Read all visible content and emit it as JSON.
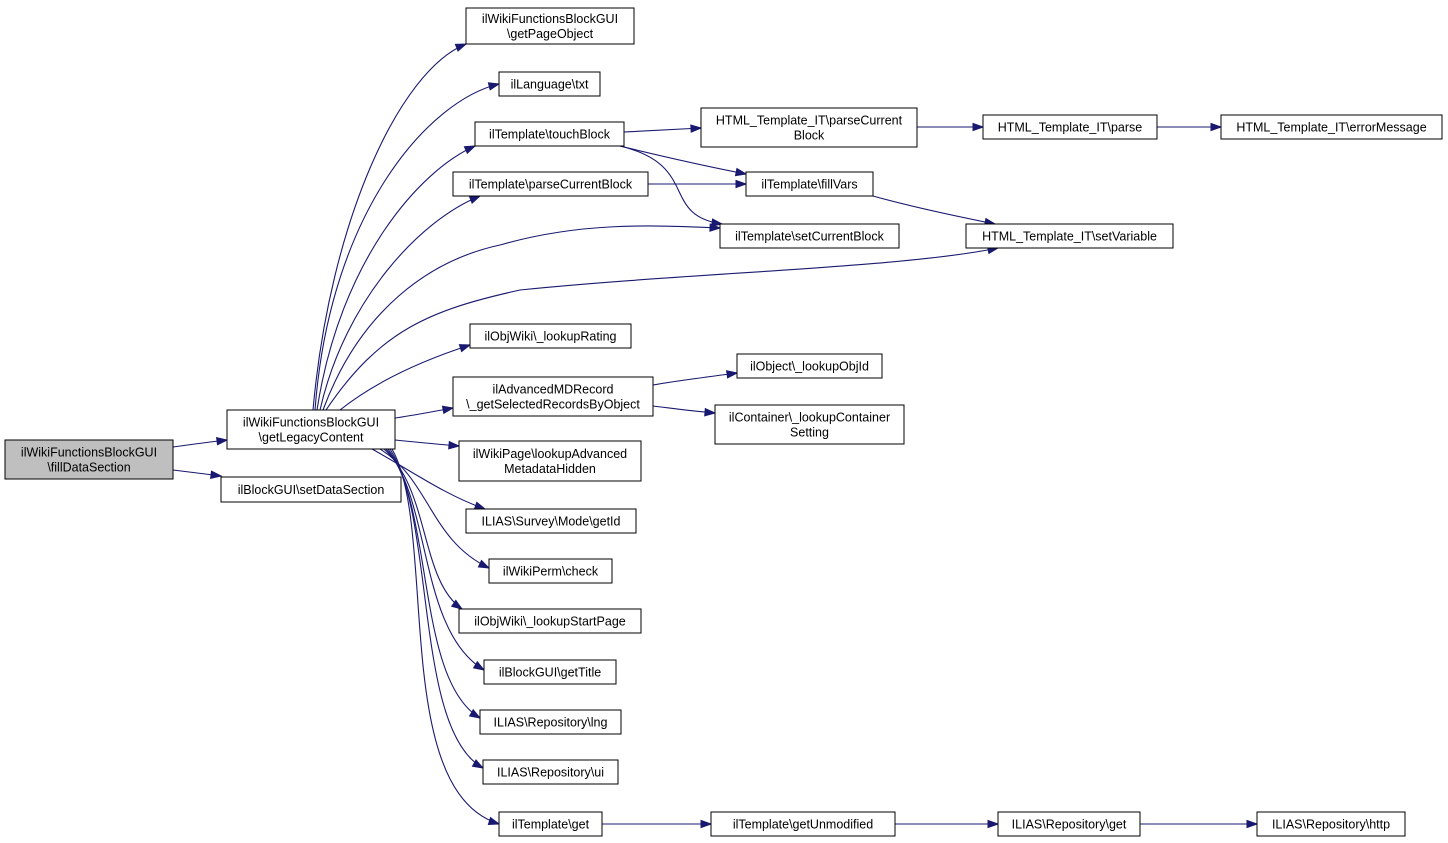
{
  "nodes": [
    {
      "id": "root",
      "lines": [
        "ilWikiFunctionsBlockGUI",
        "\\fillDataSection"
      ],
      "root": true
    },
    {
      "id": "getLegacy",
      "lines": [
        "ilWikiFunctionsBlockGUI",
        "\\getLegacyContent"
      ]
    },
    {
      "id": "setDataSection",
      "lines": [
        "ilBlockGUI\\setDataSection"
      ]
    },
    {
      "id": "getPageObject",
      "lines": [
        "ilWikiFunctionsBlockGUI",
        "\\getPageObject"
      ]
    },
    {
      "id": "txt",
      "lines": [
        "ilLanguage\\txt"
      ]
    },
    {
      "id": "touchBlock",
      "lines": [
        "ilTemplate\\touchBlock"
      ]
    },
    {
      "id": "parseCurrentBlock",
      "lines": [
        "ilTemplate\\parseCurrentBlock"
      ]
    },
    {
      "id": "htParseCurrent",
      "lines": [
        "HTML_Template_IT\\parseCurrent",
        "Block"
      ]
    },
    {
      "id": "htParse",
      "lines": [
        "HTML_Template_IT\\parse"
      ]
    },
    {
      "id": "htError",
      "lines": [
        "HTML_Template_IT\\errorMessage"
      ]
    },
    {
      "id": "fillVars",
      "lines": [
        "ilTemplate\\fillVars"
      ]
    },
    {
      "id": "setCurrentBlock",
      "lines": [
        "ilTemplate\\setCurrentBlock"
      ]
    },
    {
      "id": "htSetVariable",
      "lines": [
        "HTML_Template_IT\\setVariable"
      ]
    },
    {
      "id": "lookupRating",
      "lines": [
        "ilObjWiki\\_lookupRating"
      ]
    },
    {
      "id": "advMD",
      "lines": [
        "ilAdvancedMDRecord",
        "\\_getSelectedRecordsByObject"
      ]
    },
    {
      "id": "lookupObjId",
      "lines": [
        "ilObject\\_lookupObjId"
      ]
    },
    {
      "id": "lookupContainer",
      "lines": [
        "ilContainer\\_lookupContainer",
        "Setting"
      ]
    },
    {
      "id": "lookupAdvHidden",
      "lines": [
        "ilWikiPage\\lookupAdvanced",
        "MetadataHidden"
      ]
    },
    {
      "id": "surveyGetId",
      "lines": [
        "ILIAS\\Survey\\Mode\\getId"
      ]
    },
    {
      "id": "permCheck",
      "lines": [
        "ilWikiPerm\\check"
      ]
    },
    {
      "id": "lookupStart",
      "lines": [
        "ilObjWiki\\_lookupStartPage"
      ]
    },
    {
      "id": "getTitle",
      "lines": [
        "ilBlockGUI\\getTitle"
      ]
    },
    {
      "id": "repoLng",
      "lines": [
        "ILIAS\\Repository\\lng"
      ]
    },
    {
      "id": "repoUi",
      "lines": [
        "ILIAS\\Repository\\ui"
      ]
    },
    {
      "id": "tplGet",
      "lines": [
        "ilTemplate\\get"
      ]
    },
    {
      "id": "getUnmodified",
      "lines": [
        "ilTemplate\\getUnmodified"
      ]
    },
    {
      "id": "repoGet",
      "lines": [
        "ILIAS\\Repository\\get"
      ]
    },
    {
      "id": "repoHttp",
      "lines": [
        "ILIAS\\Repository\\http"
      ]
    }
  ],
  "edges": [
    [
      "root",
      "getLegacy"
    ],
    [
      "root",
      "setDataSection"
    ],
    [
      "getLegacy",
      "getPageObject"
    ],
    [
      "getLegacy",
      "txt"
    ],
    [
      "getLegacy",
      "touchBlock"
    ],
    [
      "getLegacy",
      "parseCurrentBlock"
    ],
    [
      "getLegacy",
      "setCurrentBlock"
    ],
    [
      "getLegacy",
      "htSetVariable"
    ],
    [
      "getLegacy",
      "lookupRating"
    ],
    [
      "getLegacy",
      "advMD"
    ],
    [
      "getLegacy",
      "lookupAdvHidden"
    ],
    [
      "getLegacy",
      "surveyGetId"
    ],
    [
      "getLegacy",
      "permCheck"
    ],
    [
      "getLegacy",
      "lookupStart"
    ],
    [
      "getLegacy",
      "getTitle"
    ],
    [
      "getLegacy",
      "repoLng"
    ],
    [
      "getLegacy",
      "repoUi"
    ],
    [
      "getLegacy",
      "tplGet"
    ],
    [
      "touchBlock",
      "htParseCurrent"
    ],
    [
      "touchBlock",
      "fillVars"
    ],
    [
      "touchBlock",
      "setCurrentBlock"
    ],
    [
      "parseCurrentBlock",
      "fillVars"
    ],
    [
      "htParseCurrent",
      "htParse"
    ],
    [
      "htParse",
      "htError"
    ],
    [
      "fillVars",
      "htSetVariable"
    ],
    [
      "advMD",
      "lookupObjId"
    ],
    [
      "advMD",
      "lookupContainer"
    ],
    [
      "tplGet",
      "getUnmodified"
    ],
    [
      "getUnmodified",
      "repoGet"
    ],
    [
      "repoGet",
      "repoHttp"
    ]
  ]
}
